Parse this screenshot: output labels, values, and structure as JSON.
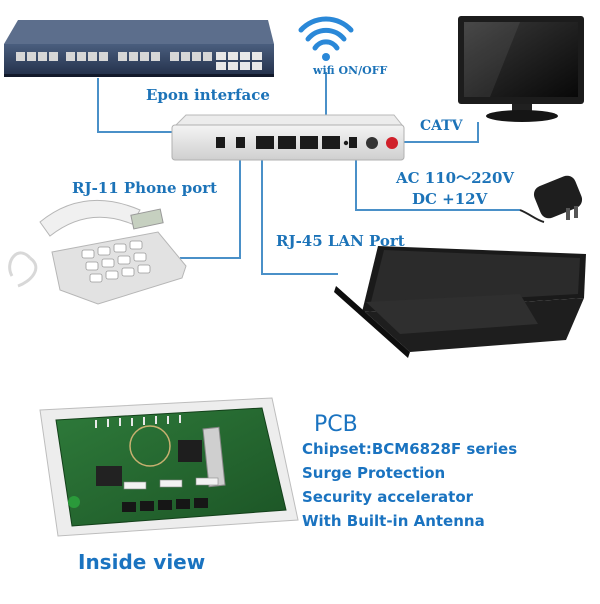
{
  "labels": {
    "wifi": "wifi ON/OFF",
    "epon": "Epon interface",
    "catv": "CATV",
    "phone": "RJ-11 Phone port",
    "ac": "AC  110～220V",
    "dc": "DC  +12V",
    "lan": "RJ-45 LAN Port",
    "inside": "Inside view"
  },
  "pcb": {
    "title": "PCB",
    "lines": [
      "Chipset:BCM6828F series",
      "Surge Protection",
      "Security accelerator",
      "With Built-in Antenna"
    ]
  },
  "colors": {
    "label": "#1c73b8",
    "connector": "#4a90c8",
    "wifi_icon": "#2a88d8",
    "catv_button": "#d0202a"
  },
  "icons": {
    "wifi": "wifi-icon",
    "switch": "network-switch-image",
    "onu": "onu-device-image",
    "tv": "tv-image",
    "phone": "telephone-image",
    "adapter": "power-adapter-image",
    "laptop": "laptop-image",
    "pcb": "pcb-board-image"
  }
}
